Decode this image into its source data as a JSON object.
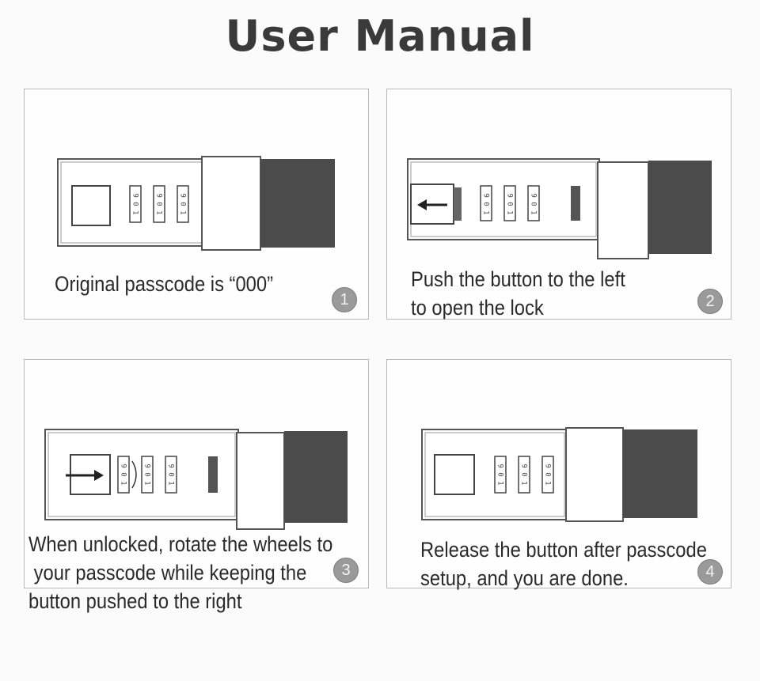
{
  "title": "User Manual",
  "steps": [
    {
      "number": "1",
      "caption_lines": [
        "Original passcode is “000”"
      ]
    },
    {
      "number": "2",
      "caption_lines": [
        "Push the button to the left",
        "to open the lock"
      ]
    },
    {
      "number": "3",
      "caption_lines": [
        "When unlocked, rotate the wheels to",
        " your passcode while keeping the",
        "button pushed to the right"
      ]
    },
    {
      "number": "4",
      "caption_lines": [
        "Release the button after passcode",
        "setup, and you are done."
      ]
    }
  ],
  "wheel_digits": "9 0 1",
  "colors": {
    "strap": "#4b4b4b",
    "border": "#b8b8b8",
    "badge": "#9a9a9a"
  }
}
